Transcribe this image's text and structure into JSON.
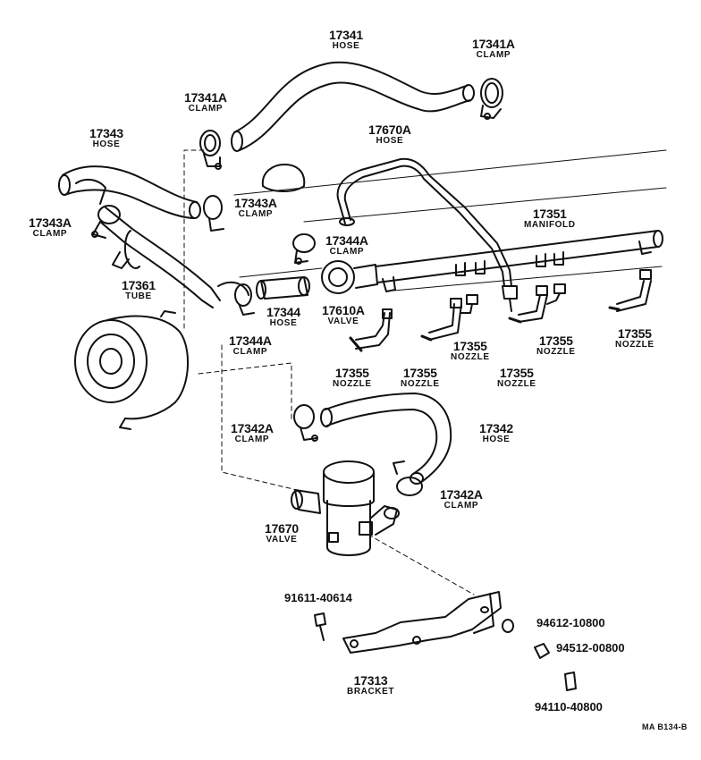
{
  "callouts": {
    "hose_17341": {
      "number": "17341",
      "name": "HOSE"
    },
    "clamp_17341a_top": {
      "number": "17341A",
      "name": "CLAMP"
    },
    "clamp_17341a_left": {
      "number": "17341A",
      "name": "CLAMP"
    },
    "hose_17343": {
      "number": "17343",
      "name": "HOSE"
    },
    "hose_17670a": {
      "number": "17670A",
      "name": "HOSE"
    },
    "clamp_17343a_right": {
      "number": "17343A",
      "name": "CLAMP"
    },
    "clamp_17343a_left": {
      "number": "17343A",
      "name": "CLAMP"
    },
    "manifold_17351": {
      "number": "17351",
      "name": "MANIFOLD"
    },
    "clamp_17344a_top": {
      "number": "17344A",
      "name": "CLAMP"
    },
    "tube_17361": {
      "number": "17361",
      "name": "TUBE"
    },
    "hose_17344": {
      "number": "17344",
      "name": "HOSE"
    },
    "valve_17610a": {
      "number": "17610A",
      "name": "VALVE"
    },
    "clamp_17344a_bottom": {
      "number": "17344A",
      "name": "CLAMP"
    },
    "nozzle_a": {
      "number": "17355",
      "name": "NOZZLE"
    },
    "nozzle_b": {
      "number": "17355",
      "name": "NOZZLE"
    },
    "nozzle_c": {
      "number": "17355",
      "name": "NOZZLE"
    },
    "nozzle_d": {
      "number": "17355",
      "name": "NOZZLE"
    },
    "nozzle_e": {
      "number": "17355",
      "name": "NOZZLE"
    },
    "nozzle_f": {
      "number": "17355",
      "name": "NOZZLE"
    },
    "clamp_17342a_left": {
      "number": "17342A",
      "name": "CLAMP"
    },
    "hose_17342": {
      "number": "17342",
      "name": "HOSE"
    },
    "clamp_17342a_right": {
      "number": "17342A",
      "name": "CLAMP"
    },
    "valve_17670": {
      "number": "17670",
      "name": "VALVE"
    },
    "bracket_17313": {
      "number": "17313",
      "name": "BRACKET"
    }
  },
  "part_numbers": {
    "bolt": "91611-40614",
    "washer": "94612-10800",
    "nut": "94512-00800",
    "cap_nut": "94110-40800"
  },
  "reference_code": "MA B134-B"
}
